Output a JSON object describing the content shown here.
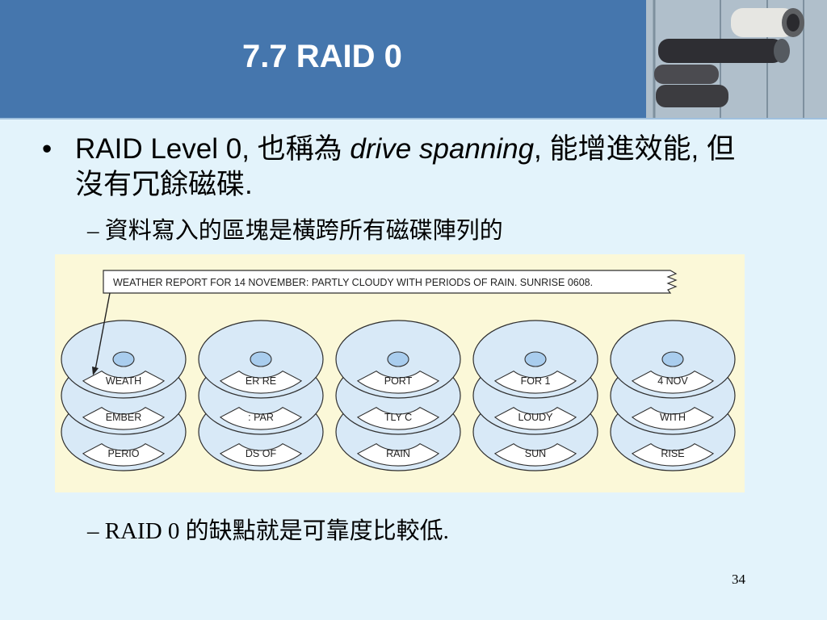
{
  "slide": {
    "title": "7.7 RAID 0",
    "page_number": "34"
  },
  "bullets": {
    "main": {
      "marker": "•",
      "part1": "RAID Level 0, 也稱為 ",
      "emphasis": "drive spanning",
      "part2": ", 能增進效能, 但沒有冗餘磁碟."
    },
    "sub1": {
      "marker": "–",
      "text": "資料寫入的區塊是橫跨所有磁碟陣列的"
    },
    "sub2": {
      "marker": "–",
      "text": "RAID 0 的缺點就是可靠度比較低."
    }
  },
  "figure": {
    "caption": "WEATHER REPORT FOR 14 NOVEMBER: PARTLY CLOUDY WITH PERIODS OF RAIN. SUNRISE 0608.",
    "colors": {
      "background": "#fbf8d8",
      "platter": "#d8e9f7",
      "outline": "#2f2f2f",
      "spindle": "#a9cdee"
    },
    "disks": [
      {
        "stripes": [
          "WEATH",
          "EMBER",
          "PERIO"
        ]
      },
      {
        "stripes": [
          "ER RE",
          ": PAR",
          "DS OF"
        ]
      },
      {
        "stripes": [
          "PORT",
          "TLY C",
          "RAIN"
        ]
      },
      {
        "stripes": [
          "FOR 1",
          "LOUDY",
          "SUN"
        ]
      },
      {
        "stripes": [
          "4 NOV",
          "WITH",
          "RISE"
        ]
      }
    ]
  }
}
